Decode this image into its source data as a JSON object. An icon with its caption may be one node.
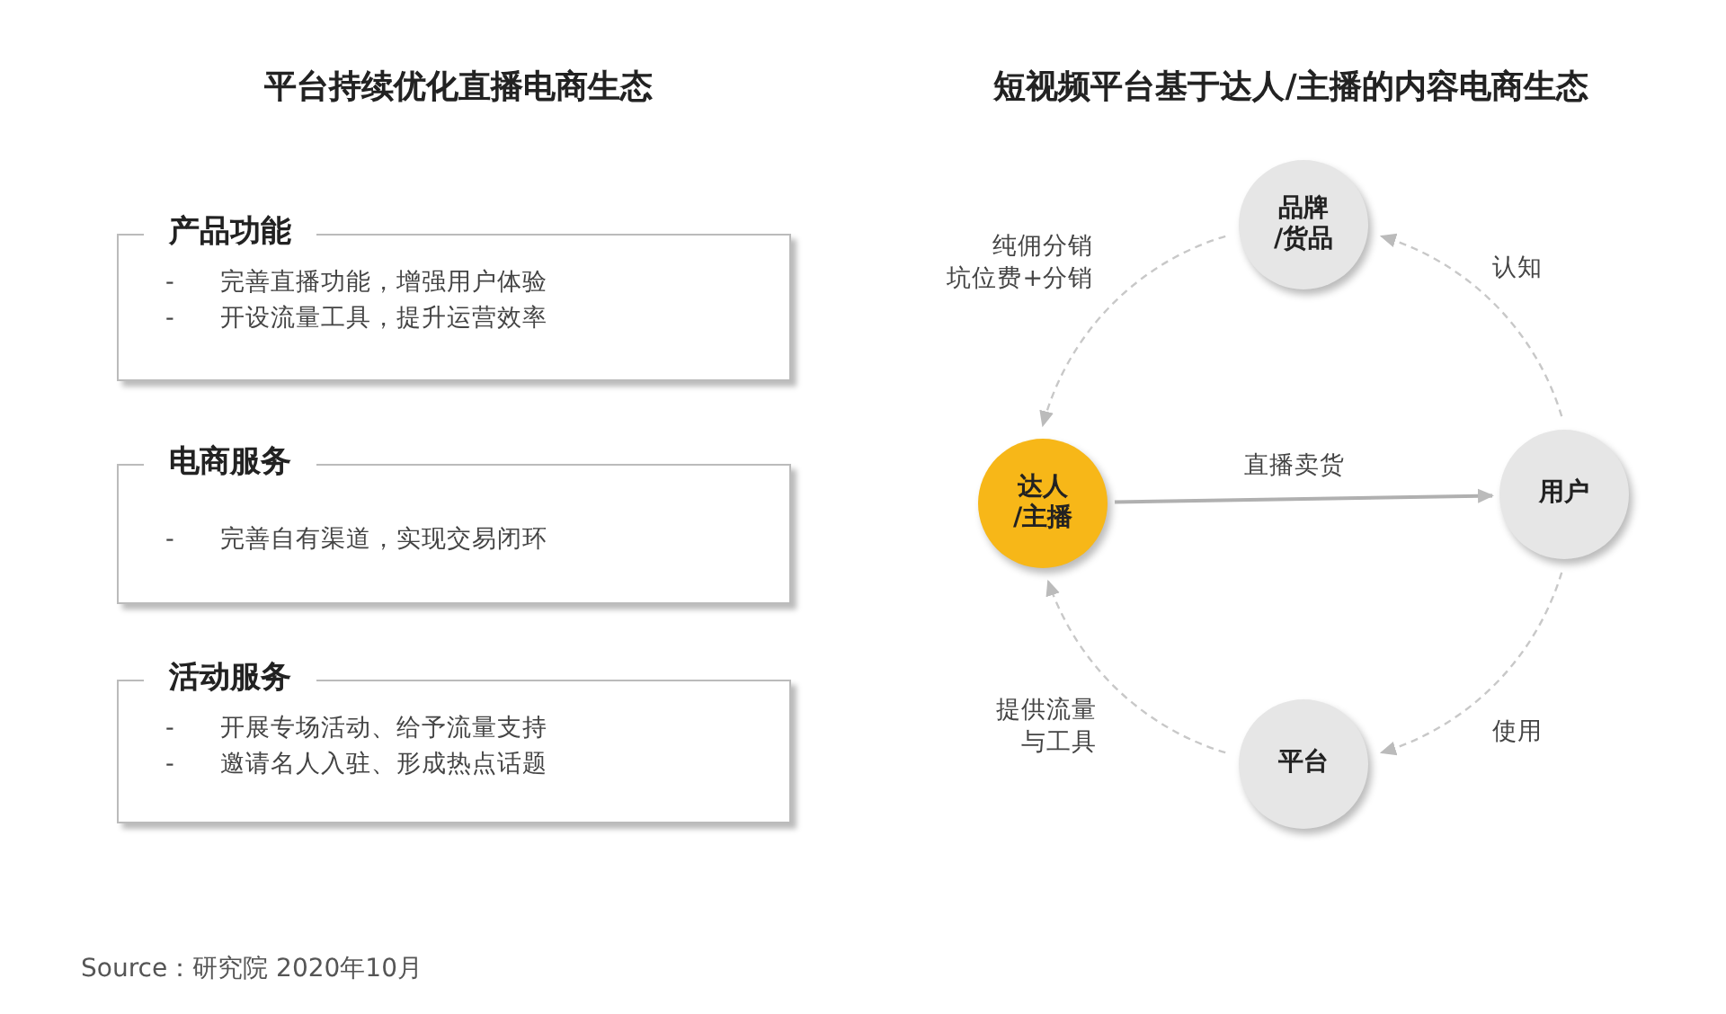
{
  "diagram": {
    "title": "平台持续优化直播电商生态",
    "nodes": [
      {
        "text": [
          "产品功能",
          "- 完善直播功能，增强用户体验",
          "- 开设流量工具，提升运营效率"
        ]
      },
      {
        "text": [
          "电商服务",
          "- 完善自有渠道，实现交易闭环"
        ]
      },
      {
        "text": [
          "活动服务",
          "- 开展专场活动、给予流量支持",
          "- 邀请名人入驻、形成热点话题"
        ]
      },
      {
        "text": [
          "品牌/货品"
        ]
      },
      {
        "text": [
          "达人/主播"
        ]
      },
      {
        "text": [
          "用户"
        ]
      },
      {
        "text": [
          "平台"
        ]
      }
    ],
    "edges": [
      {
        "from": 3,
        "to": 4,
        "arrow": "to",
        "label": "纯佣分销坑位费+分销",
        "style": "dashed"
      },
      {
        "from": 4,
        "to": 5,
        "arrow": "to",
        "label": "直播卖货"
      },
      {
        "from": 5,
        "to": 3,
        "arrow": "to",
        "label": "认知",
        "style": "dashed"
      },
      {
        "from": 5,
        "to": 6,
        "arrow": "to",
        "label": "使用",
        "style": "dashed"
      },
      {
        "from": 6,
        "to": 4,
        "arrow": "to",
        "label": "提供流量与工具",
        "style": "dashed"
      }
    ],
    "labels": [
      "短视频平台基于达人/主播的内容电商生态",
      "Source：研究院 2020年10月"
    ]
  }
}
